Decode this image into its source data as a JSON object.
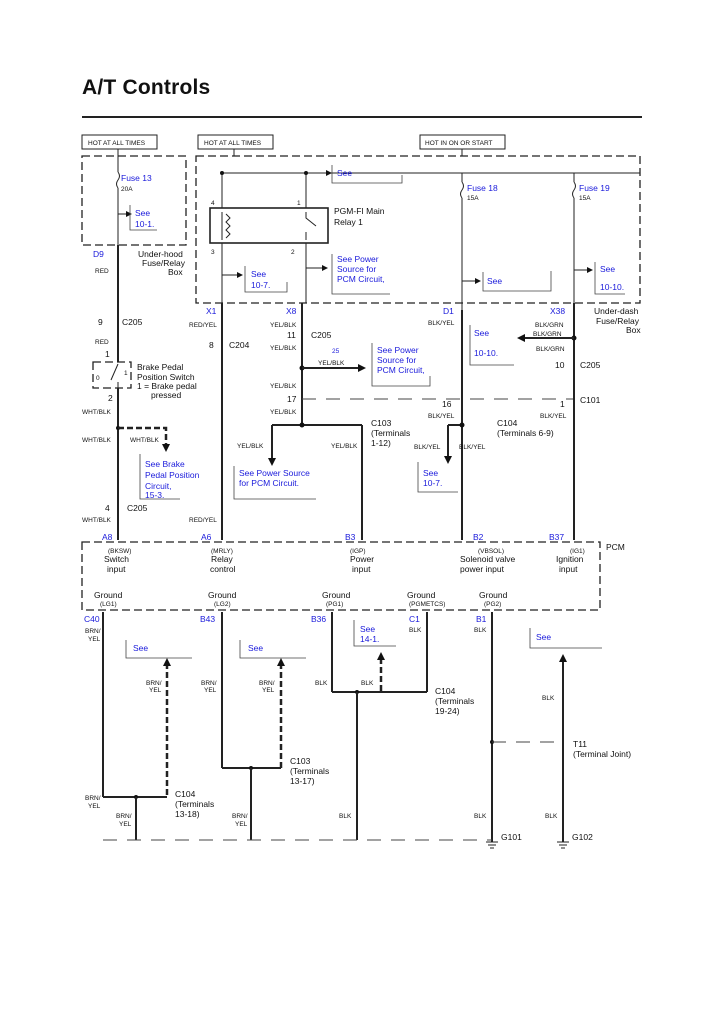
{
  "title": "A/T Controls",
  "power_headers": [
    "HOT AT ALL TIMES",
    "HOT AT ALL TIMES",
    "HOT IN ON OR START"
  ],
  "fuses": {
    "f13": {
      "name": "Fuse 13",
      "rating": "20A",
      "see": "See 10-1."
    },
    "f18": {
      "name": "Fuse 18",
      "rating": "15A"
    },
    "f19": {
      "name": "Fuse 19",
      "rating": "15A"
    }
  },
  "see_refs": {
    "top_relay": "See",
    "relay_10_7": "See 10-7.",
    "power_source_pcm": "See Power Source for PCM Circuit.",
    "fuse18_see": "See",
    "fuse19_see": "See 10-10.",
    "left_10_10": "See 10-10.",
    "brake_pedal": "See Brake Pedal Position Circuit, 15-3.",
    "power_source_2": "See Power Source for PCM Circuit,",
    "power_source_3": "See Power Source for PCM Circuit,",
    "see_10_7b": "See 10-7.",
    "ground_see1": "See",
    "ground_see2": "See",
    "ground_14_1": "See 14-1.",
    "ground_see4": "See"
  },
  "relay": {
    "name": "PGM-FI Main Relay 1",
    "pins": [
      "4",
      "1",
      "3",
      "2"
    ]
  },
  "boxes": {
    "underhood": "Under-hood Fuse/Relay Box",
    "underdash": "Under-dash Fuse/Relay Box"
  },
  "connectors": {
    "D9": "D9",
    "X1": "X1",
    "X8": "X8",
    "D1": "D1",
    "X38": "X38",
    "C205": "C205",
    "C204": "C204",
    "C103": "C103",
    "C104": "C104",
    "C101": "C101",
    "c103_terms": "(Terminals 1-12)",
    "c104_terms": "(Terminals 6-9)",
    "c104_terms2": "(Terminals 19-24)",
    "c103_terms2": "(Terminals 13-17)",
    "c104_terms3": "(Terminals 13-18)"
  },
  "pin_numbers": [
    "9",
    "1",
    "2",
    "4",
    "8",
    "11",
    "17",
    "16",
    "10",
    "1",
    "25"
  ],
  "wire_colors": {
    "red": "RED",
    "red_yel": "RED/YEL",
    "yel_blk": "YEL/BLK",
    "blk_yel": "BLK/YEL",
    "blk_grn": "BLK/GRN",
    "wht_blk": "WHT/BLK",
    "brn_yel": "BRN/ YEL",
    "blk": "BLK"
  },
  "switch": {
    "name": "Brake Pedal Position Switch",
    "note": "1 = Brake pedal pressed",
    "positions": [
      "0",
      "1"
    ]
  },
  "pcm": {
    "label": "PCM",
    "inputs": [
      {
        "pin": "A8",
        "code": "(BKSW)",
        "label": "Switch input"
      },
      {
        "pin": "A6",
        "code": "(MRLY)",
        "label": "Relay control"
      },
      {
        "pin": "B3",
        "code": "(IGP)",
        "label": "Power input"
      },
      {
        "pin": "B2",
        "code": "(VBSOL)",
        "label": "Solenoid valve power input"
      },
      {
        "pin": "B37",
        "code": "(IG1)",
        "label": "Ignition input"
      }
    ],
    "grounds": [
      {
        "pin": "C40",
        "code": "(LG1)",
        "label": "Ground"
      },
      {
        "pin": "B43",
        "code": "(LG2)",
        "label": "Ground"
      },
      {
        "pin": "B36",
        "code": "(PG1)",
        "label": "Ground"
      },
      {
        "pin": "C1",
        "code": "(PGMETCS)",
        "label": "Ground"
      },
      {
        "pin": "B1",
        "code": "(PG2)",
        "label": "Ground"
      }
    ]
  },
  "ground_points": {
    "g101": "G101",
    "g102": "G102"
  },
  "joint": {
    "name": "T11",
    "label": "(Terminal Joint)"
  },
  "colors": {
    "link": "#1a1adb",
    "wire": "#222222"
  }
}
